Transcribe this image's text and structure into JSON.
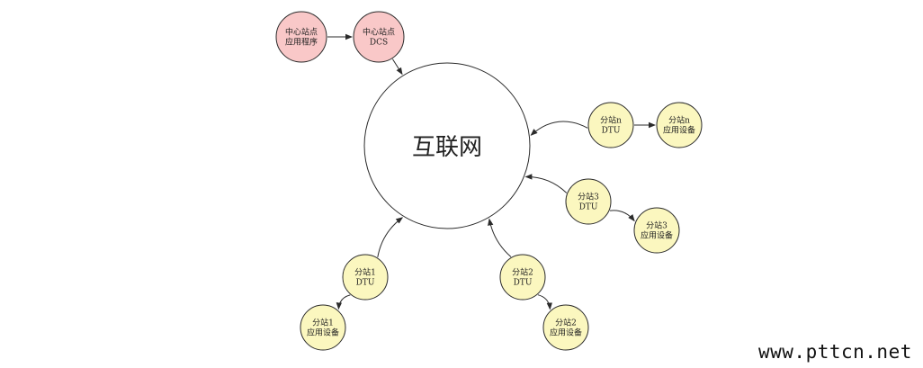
{
  "diagram": {
    "center": {
      "label": "互联网"
    },
    "nodes": [
      {
        "id": "center-app",
        "lines": [
          "中心站点",
          "应用程序"
        ],
        "kind": "center-site"
      },
      {
        "id": "center-dcs",
        "lines": [
          "中心站点",
          "DCS"
        ],
        "kind": "center-site"
      },
      {
        "id": "dtu-n",
        "lines": [
          "分站n",
          "DTU"
        ],
        "kind": "substation"
      },
      {
        "id": "dev-n",
        "lines": [
          "分站n",
          "应用设备"
        ],
        "kind": "substation"
      },
      {
        "id": "dtu-3",
        "lines": [
          "分站3",
          "DTU"
        ],
        "kind": "substation"
      },
      {
        "id": "dev-3",
        "lines": [
          "分站3",
          "应用设备"
        ],
        "kind": "substation"
      },
      {
        "id": "dtu-2",
        "lines": [
          "分站2",
          "DTU"
        ],
        "kind": "substation"
      },
      {
        "id": "dev-2",
        "lines": [
          "分站2",
          "应用设备"
        ],
        "kind": "substation"
      },
      {
        "id": "dtu-1",
        "lines": [
          "分站1",
          "DTU"
        ],
        "kind": "substation"
      },
      {
        "id": "dev-1",
        "lines": [
          "分站1",
          "应用设备"
        ],
        "kind": "substation"
      }
    ],
    "edges": [
      {
        "from": "center-app",
        "to": "center-dcs"
      },
      {
        "from": "center-dcs",
        "to": "internet"
      },
      {
        "from": "dtu-n",
        "to": "dev-n"
      },
      {
        "from": "dtu-n",
        "to": "internet"
      },
      {
        "from": "dtu-3",
        "to": "internet"
      },
      {
        "from": "dtu-3",
        "to": "dev-3"
      },
      {
        "from": "dtu-2",
        "to": "internet"
      },
      {
        "from": "dtu-2",
        "to": "dev-2"
      },
      {
        "from": "dtu-1",
        "to": "internet"
      },
      {
        "from": "dtu-1",
        "to": "dev-1"
      }
    ],
    "colors": {
      "center_site_fill": "#f9c8c8",
      "substation_fill": "#fbf7bf",
      "stroke": "#2b2b2b",
      "background": "#ffffff"
    }
  },
  "watermark": {
    "text": "www.pttcn.net"
  }
}
